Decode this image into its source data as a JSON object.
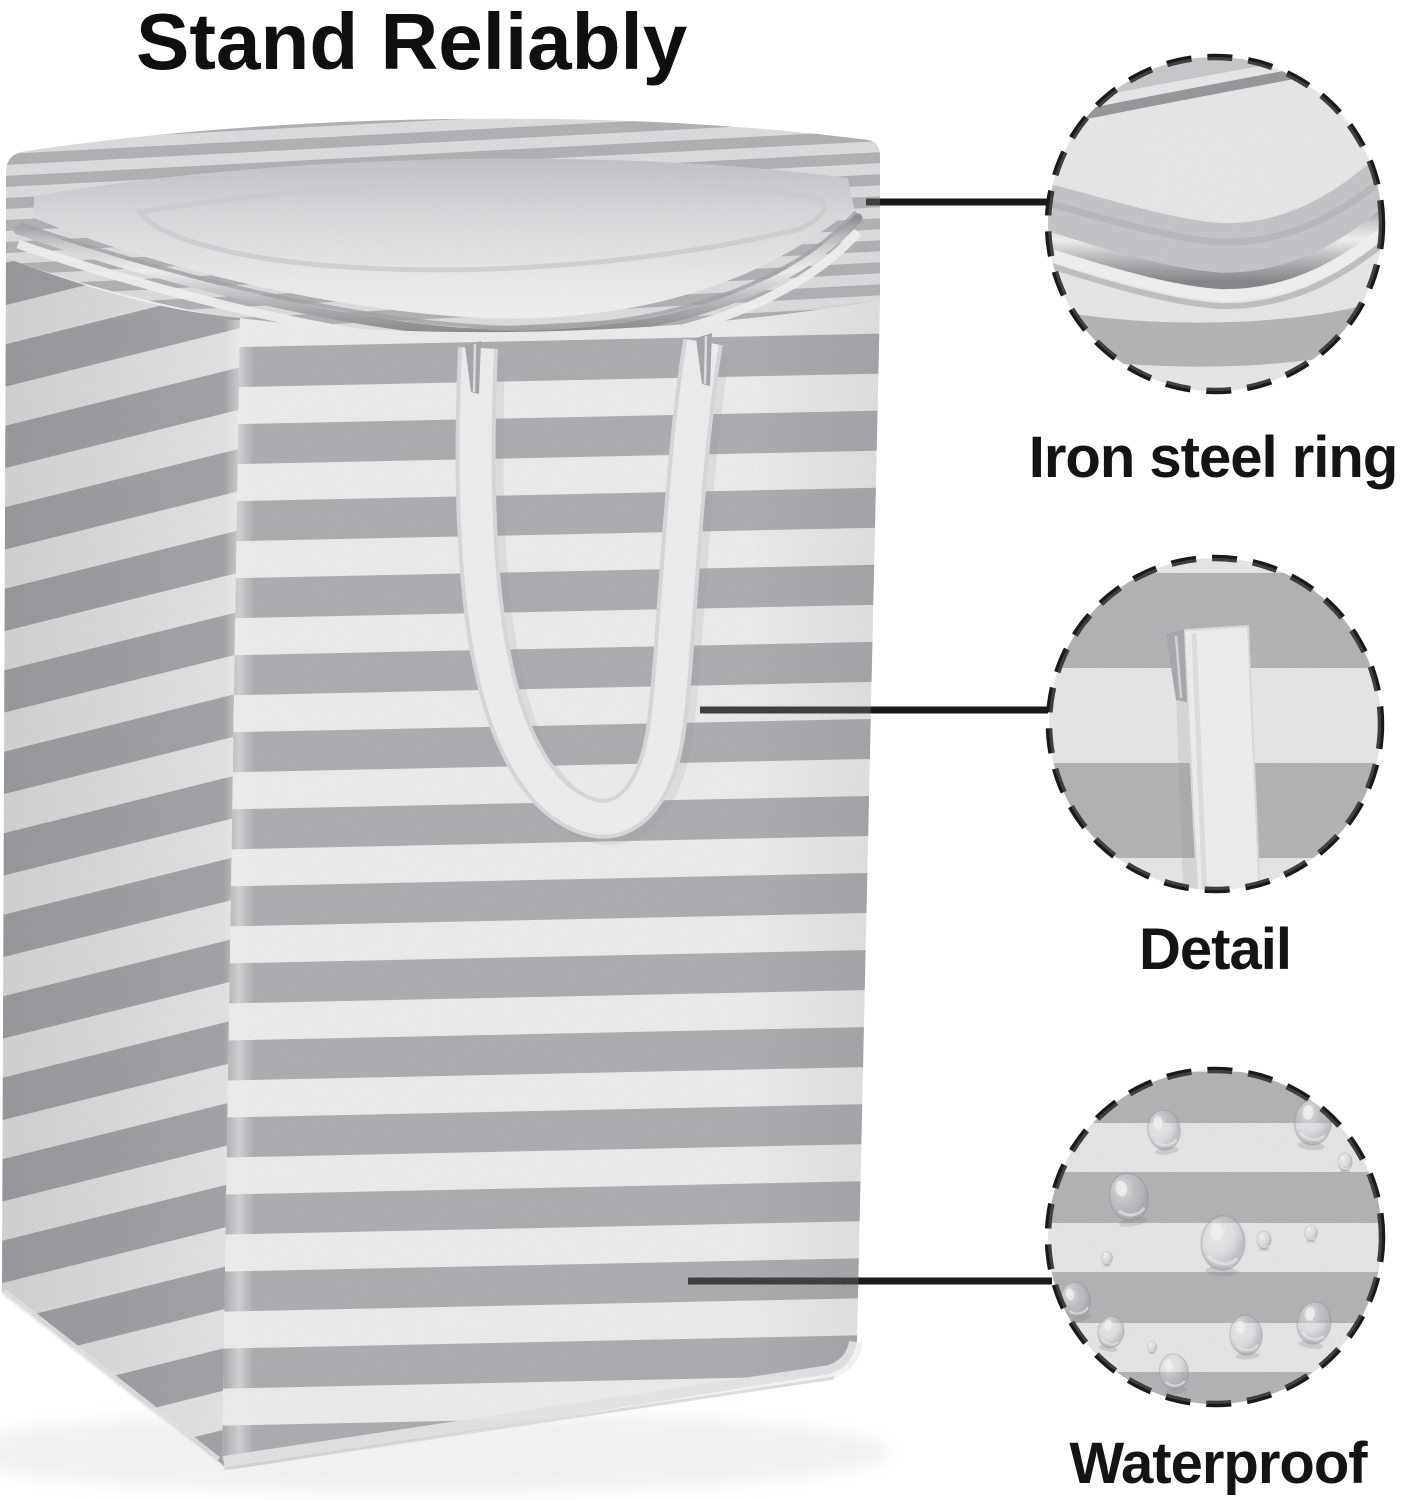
{
  "title": "Stand Reliably",
  "callouts": [
    {
      "id": "iron-steel-ring",
      "label": "Iron steel ring"
    },
    {
      "id": "detail",
      "label": "Detail"
    },
    {
      "id": "waterproof",
      "label": "Waterproof"
    }
  ],
  "illustration": {
    "subject": "striped-collapsible-laundry-hamper",
    "features": [
      "steel-ring-rim",
      "white-carry-handle",
      "water-repellent-fabric"
    ]
  },
  "colors": {
    "background": "#ffffff",
    "stripe_gray": "#a9a9ad",
    "stripe_white": "#fafafa",
    "handle_white": "#fcfcfd",
    "steel_silver": "#d9d9dc",
    "annotation_black": "#1a1a1a",
    "text_black": "#141414"
  }
}
